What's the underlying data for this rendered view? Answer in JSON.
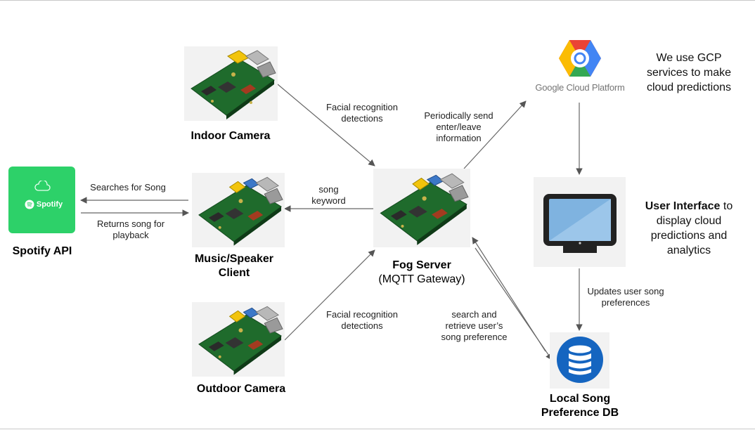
{
  "nodes": {
    "indoor_camera": "Indoor Camera",
    "music_client_line1": "Music/Speaker",
    "music_client_line2": "Client",
    "outdoor_camera": "Outdoor Camera",
    "fog_server_title": "Fog Server",
    "fog_server_subtitle": "(MQTT Gateway)",
    "spotify_api": "Spotify API",
    "spotify_logo_text": "Spotify",
    "gcp_logo_text": "Google Cloud Platform",
    "local_db_line1": "Local Song",
    "local_db_line2": "Preference DB"
  },
  "notes": {
    "gcp_line1": "We use GCP",
    "gcp_line2": "services to make",
    "gcp_line3": "cloud predictions",
    "ui_bold": "User Interface",
    "ui_line1_rest": " to",
    "ui_line2": "display cloud",
    "ui_line3": "predictions and",
    "ui_line4": "analytics"
  },
  "edges": {
    "indoor_to_fog_1": "Facial recognition",
    "indoor_to_fog_2": "detections",
    "outdoor_to_fog_1": "Facial recognition",
    "outdoor_to_fog_2": "detections",
    "fog_to_gcp_1": "Periodically send",
    "fog_to_gcp_2": "enter/leave",
    "fog_to_gcp_3": "information",
    "fog_to_music_1": "song",
    "fog_to_music_2": "keyword",
    "music_to_spotify": "Searches for Song",
    "spotify_to_music_1": "Returns song for",
    "spotify_to_music_2": "playback",
    "fog_db_1": "search and",
    "fog_db_2": "retrieve user’s",
    "fog_db_3": "song preference",
    "ui_to_db_1": "Updates user song",
    "ui_to_db_2": "preferences"
  },
  "icons": [
    "raspberry-pi-board-icon",
    "spotify-icon",
    "google-cloud-icon",
    "monitor-icon",
    "database-icon"
  ],
  "colors": {
    "spotify_green": "#2dd169",
    "db_blue": "#1565c0",
    "monitor_screen": "#7fb3e0",
    "arrow": "#555555"
  }
}
